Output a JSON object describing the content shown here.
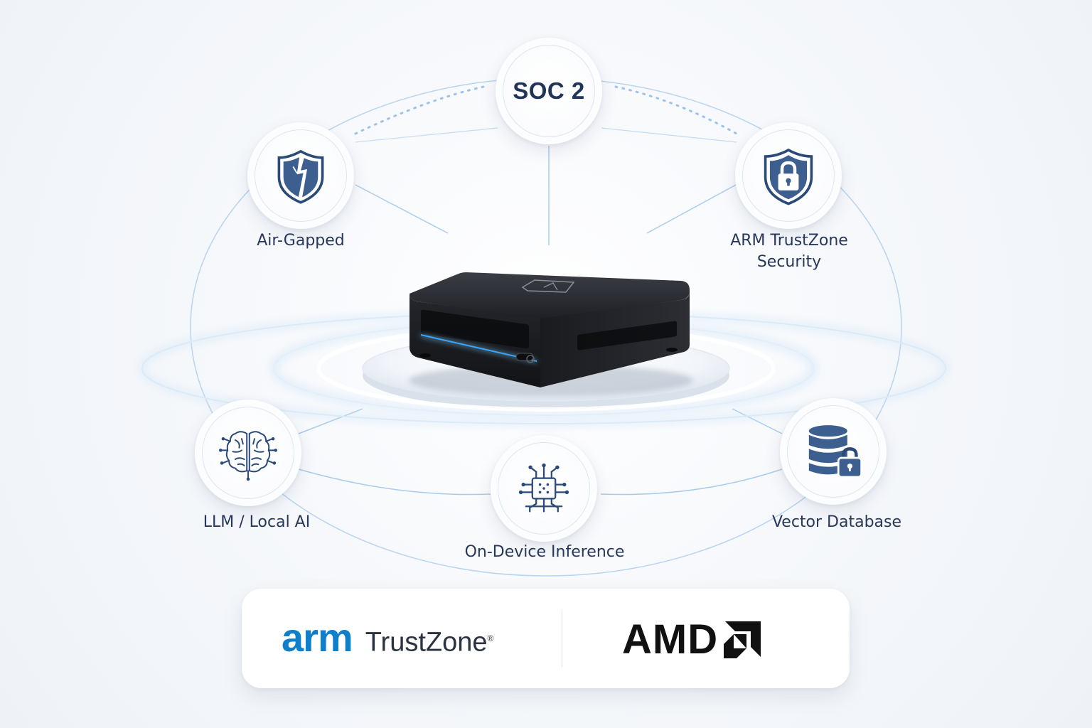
{
  "nodes": {
    "soc2": {
      "label": "SOC 2",
      "icon": "soc2-badge-icon"
    },
    "air_gapped": {
      "label": "Air-Gapped",
      "icon": "shield-break-icon"
    },
    "arm_trustzone": {
      "label_line1": "ARM TrustZone",
      "label_line2": "Security",
      "icon": "shield-lock-icon"
    },
    "llm_local_ai": {
      "label": "LLM / Local AI",
      "icon": "brain-circuit-icon"
    },
    "on_device_inference": {
      "label": "On-Device Inference",
      "icon": "chip-icon"
    },
    "vector_database": {
      "label": "Vector Database",
      "icon": "database-lock-icon"
    }
  },
  "center": {
    "icon": "mini-pc-device-icon",
    "accent_color": "#3aa7ff"
  },
  "logos": {
    "arm": {
      "word": "arm",
      "product": "TrustZone",
      "mark": "®",
      "color": "#0f7fcc"
    },
    "amd": {
      "word": "AMD",
      "icon": "amd-arrow-icon",
      "color": "#111111"
    }
  },
  "colors": {
    "icon_navy": "#2b4a77",
    "icon_fill": "#3d5f8f",
    "line_blue": "#9cc4ea"
  }
}
